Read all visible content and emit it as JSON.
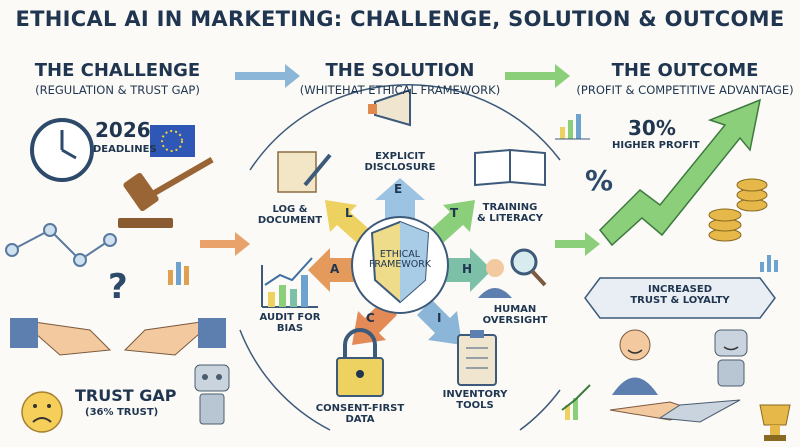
{
  "title": "ETHICAL AI IN MARKETING: CHALLENGE, SOLUTION & OUTCOME",
  "sections": {
    "challenge": {
      "heading": "THE CHALLENGE",
      "subheading": "(REGULATION & TRUST GAP)"
    },
    "solution": {
      "heading": "THE SOLUTION",
      "subheading": "(WHITEHAT ETHICAL FRAMEWORK)"
    },
    "outcome": {
      "heading": "THE OUTCOME",
      "subheading": "(PROFIT & COMPETITIVE ADVANTAGE)"
    }
  },
  "challenge": {
    "deadline_year": "2026",
    "deadline_label": "DEADLINES",
    "trust_gap_label": "TRUST GAP",
    "trust_gap_value": "(36% TRUST)",
    "icons": [
      "clock-icon",
      "eu-flag-icon",
      "gavel-icon",
      "network-icon",
      "question-mark-icon",
      "broken-handshake-icon",
      "sad-face-icon",
      "robot-icon",
      "bar-chart-icon"
    ]
  },
  "framework": {
    "center_label_line1": "ETHICAL",
    "center_label_line2": "FRAMEWORK",
    "letters": [
      "E",
      "T",
      "H",
      "I",
      "C",
      "A",
      "L"
    ],
    "steps": [
      {
        "label_line1": "EXPLICIT",
        "label_line2": "DISCLOSURE",
        "icon": "megaphone-icon"
      },
      {
        "label_line1": "TRAINING",
        "label_line2": "& LITERACY",
        "icon": "book-icon"
      },
      {
        "label_line1": "HUMAN",
        "label_line2": "OVERSIGHT",
        "icon": "person-magnifier-icon"
      },
      {
        "label_line1": "INVENTORY",
        "label_line2": "TOOLS",
        "icon": "clipboard-icon"
      },
      {
        "label_line1": "CONSENT-FIRST",
        "label_line2": "DATA",
        "icon": "padlock-icon"
      },
      {
        "label_line1": "AUDIT FOR",
        "label_line2": "BIAS",
        "icon": "chart-icon"
      },
      {
        "label_line1": "LOG &",
        "label_line2": "DOCUMENT",
        "icon": "scroll-pen-icon"
      }
    ]
  },
  "outcome": {
    "profit_value": "30%",
    "profit_label": "HIGHER PROFIT",
    "trust_banner_line1": "INCREASED",
    "trust_banner_line2": "TRUST & LOYALTY",
    "icons": [
      "growth-arrow-icon",
      "percent-icon",
      "coins-icon",
      "smiling-person-icon",
      "smiling-robot-icon",
      "handshake-icon",
      "trophy-icon"
    ]
  },
  "colors": {
    "text": "#1f3550",
    "blue": "#6fa3cf",
    "green": "#7cbf6a",
    "yellow": "#e8c95a",
    "orange": "#e08a4e",
    "teal": "#6fb7a8"
  }
}
